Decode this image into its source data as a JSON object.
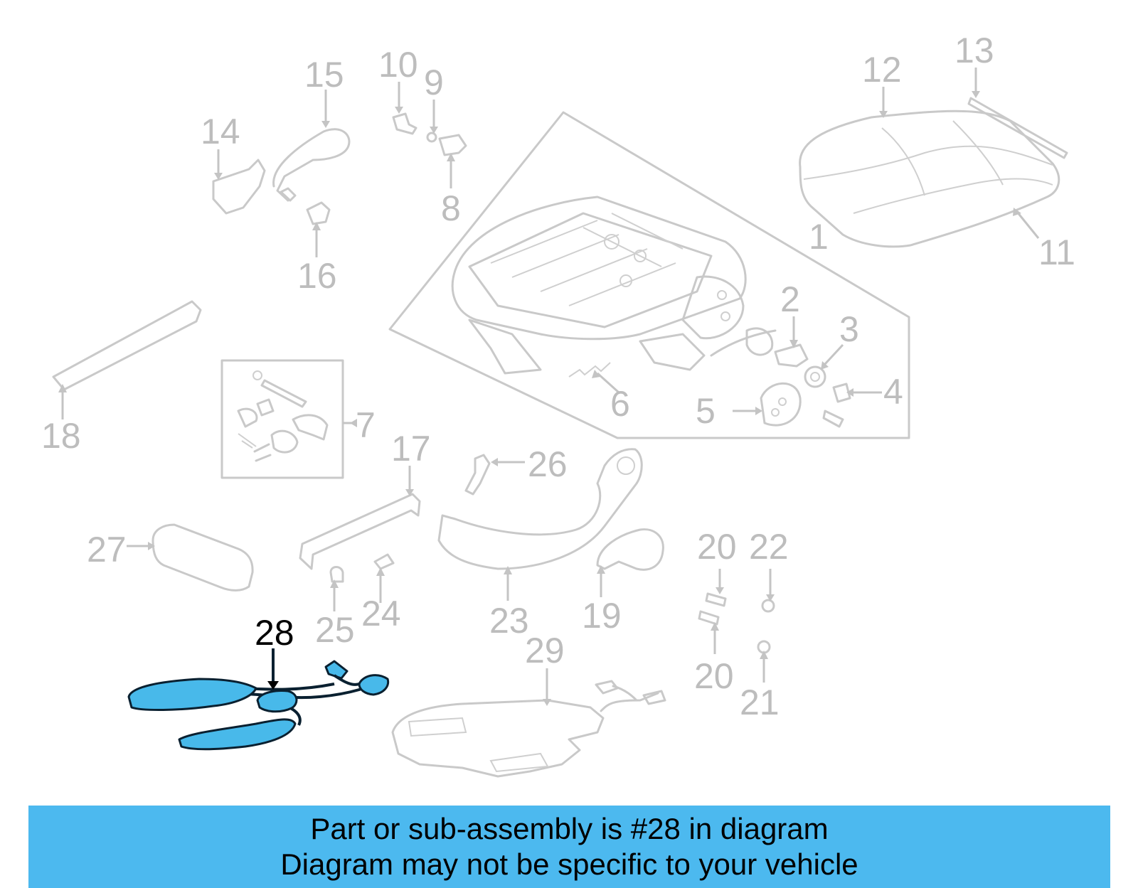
{
  "labels": {
    "n1": "1",
    "n2": "2",
    "n3": "3",
    "n4": "4",
    "n5": "5",
    "n6": "6",
    "n7": "7",
    "n8": "8",
    "n9": "9",
    "n10": "10",
    "n11": "11",
    "n12": "12",
    "n13": "13",
    "n14": "14",
    "n15": "15",
    "n16": "16",
    "n17": "17",
    "n18": "18",
    "n19": "19",
    "n20a": "20",
    "n20b": "20",
    "n21": "21",
    "n22": "22",
    "n23": "23",
    "n24": "24",
    "n25": "25",
    "n26": "26",
    "n27": "27",
    "n28": "28",
    "n29": "29"
  },
  "highlight": {
    "part_number": "28",
    "color": "#48b9ea"
  },
  "banner": {
    "line1": "Part or sub-assembly is #28 in diagram",
    "line2": "Diagram may not be specific to your vehicle",
    "background": "#4cb9ef"
  }
}
